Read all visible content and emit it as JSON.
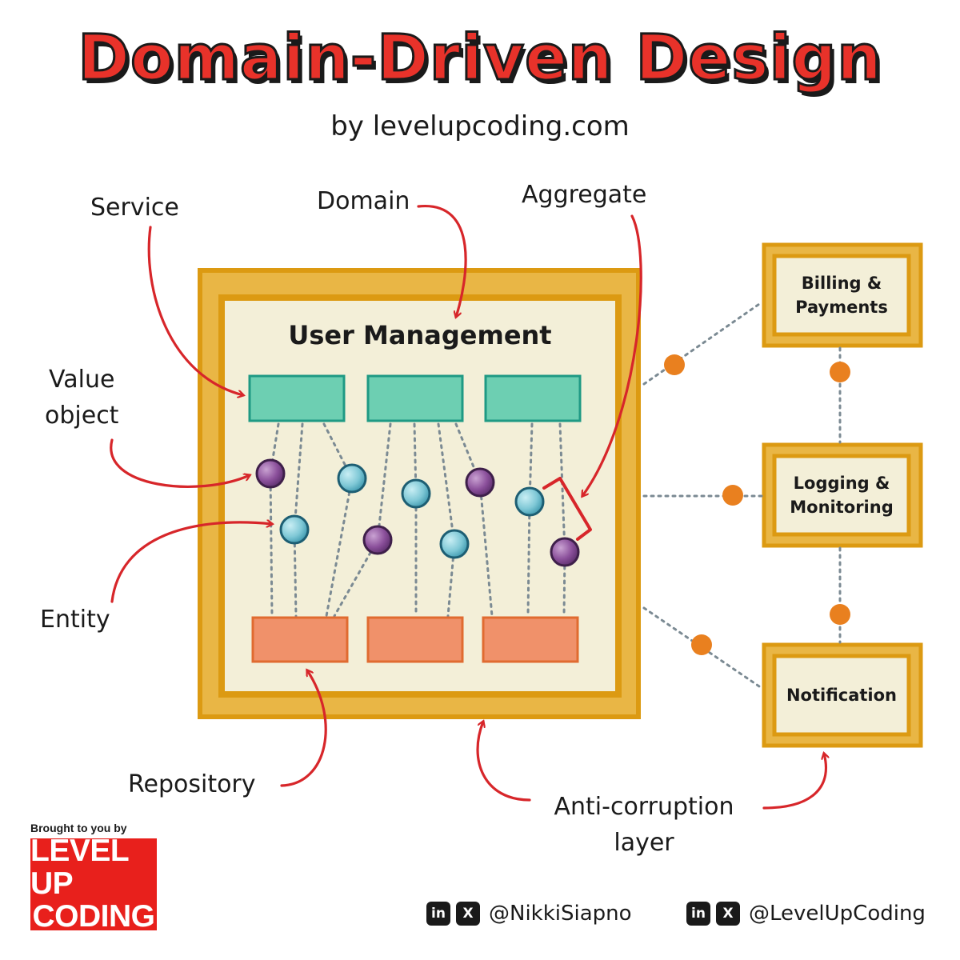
{
  "header": {
    "title": "Domain-Driven Design",
    "subtitle": "by levelupcoding.com"
  },
  "domain": {
    "title": "User Management"
  },
  "labels": {
    "service": "Service",
    "domain": "Domain",
    "aggregate": "Aggregate",
    "value_object": "Value\nobject",
    "entity": "Entity",
    "repository": "Repository",
    "anti_corruption": "Anti-corruption\nlayer"
  },
  "external_contexts": [
    {
      "name": "Billing &\nPayments"
    },
    {
      "name": "Logging &\nMonitoring"
    },
    {
      "name": "Notification"
    }
  ],
  "branding": {
    "brought_by": "Brought to you by",
    "logo_line1": "LEVEL UP",
    "logo_line2": "CODING"
  },
  "social": [
    {
      "linkedin_icon": "in",
      "x_icon": "X",
      "handle": "@NikkiSiapno"
    },
    {
      "linkedin_icon": "in",
      "x_icon": "X",
      "handle": "@LevelUpCoding"
    }
  ],
  "colors": {
    "accent_red": "#e8322a",
    "frame_gold": "#e3a21a",
    "panel_cream": "#f3efd8",
    "service_teal": "#6dcfb2",
    "repository_orange": "#f0916a",
    "entity_blue": "#7fc8d6",
    "value_object_purple": "#8a4f9a",
    "connector_orange": "#e9801f"
  }
}
